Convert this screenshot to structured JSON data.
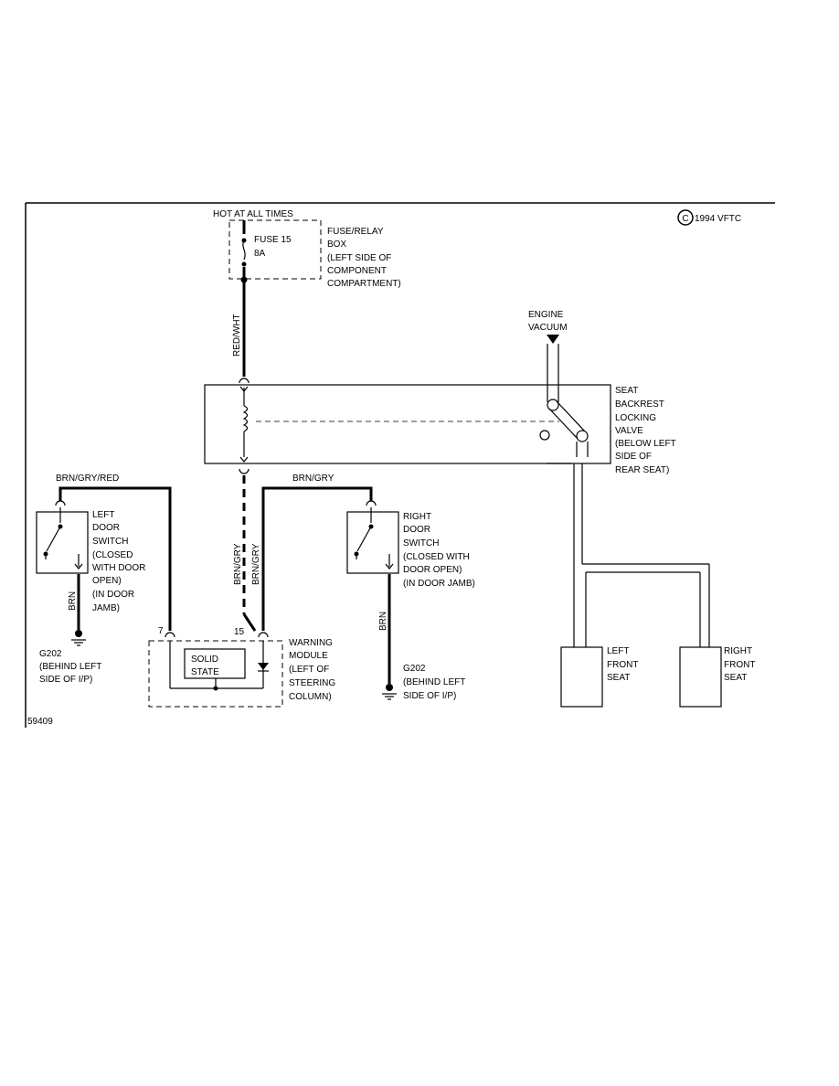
{
  "copyright": "1994 VFTC",
  "copyright_symbol": "C",
  "figure_id": "59409",
  "power": {
    "hot_label": "HOT AT ALL TIMES",
    "fuse_label": [
      "FUSE 15",
      "8A"
    ],
    "box_label": [
      "FUSE/RELAY",
      "BOX",
      "(LEFT SIDE OF",
      "COMPONENT",
      "COMPARTMENT)"
    ]
  },
  "wires": {
    "red_wht": "RED/WHT",
    "brn_gry_red": "BRN/GRY/RED",
    "brn_gry_top": "BRN/GRY",
    "brn_gry_a": "BRN/GRY",
    "brn_gry_b": "BRN/GRY",
    "brn_left": "BRN",
    "brn_right": "BRN"
  },
  "vacuum": {
    "source_label": [
      "ENGINE",
      "VACUUM"
    ]
  },
  "valve": {
    "label": [
      "SEAT",
      "BACKREST",
      "LOCKING",
      "VALVE",
      "(BELOW LEFT",
      "SIDE OF",
      "REAR SEAT)"
    ]
  },
  "left_switch": {
    "label": [
      "LEFT",
      "DOOR",
      "SWITCH",
      "(CLOSED",
      "WITH DOOR",
      "OPEN)",
      "(IN DOOR",
      "JAMB)"
    ]
  },
  "right_switch": {
    "label": [
      "RIGHT",
      "DOOR",
      "SWITCH",
      "(CLOSED WITH",
      "DOOR OPEN)",
      "(IN DOOR JAMB)"
    ]
  },
  "ground_left": {
    "label": [
      "G202",
      "(BEHIND LEFT",
      "SIDE OF I/P)"
    ]
  },
  "ground_right": {
    "label": [
      "G202",
      "(BEHIND LEFT",
      "SIDE OF I/P)"
    ]
  },
  "module": {
    "pin_7": "7",
    "pin_15": "15",
    "solid_state": [
      "SOLID",
      "STATE"
    ],
    "label": [
      "WARNING",
      "MODULE",
      "(LEFT OF",
      "STEERING",
      "COLUMN)"
    ]
  },
  "left_seat": {
    "label": [
      "LEFT",
      "FRONT",
      "SEAT"
    ]
  },
  "right_seat": {
    "label": [
      "RIGHT",
      "FRONT",
      "SEAT"
    ]
  }
}
